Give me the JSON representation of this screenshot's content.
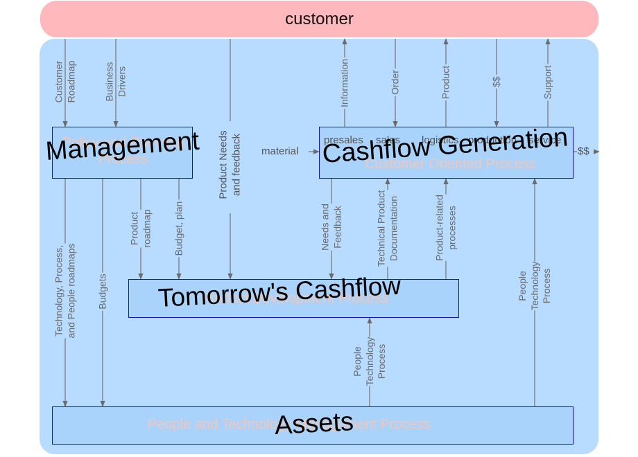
{
  "customer": "customer",
  "boxes": {
    "management": {
      "title": "Management",
      "subtitle": "Policy and Planning Process"
    },
    "cashflow_generation": {
      "title": "Cashflow Generation",
      "subtitle": "Customer Oriented Process"
    },
    "tomorrows_cashflow": {
      "title": "Tomorrow's Cashflow",
      "subtitle": "Product Development Process"
    },
    "assets": {
      "title": "Assets",
      "subtitle": "People and Technology Management Process"
    }
  },
  "customer_flows": {
    "customer_roadmap": "Customer\nRoadmap",
    "business_drivers": "Business\nDrivers",
    "product_needs": "Product Needs\nand feedback",
    "information": "Information",
    "order": "Order",
    "product": "Product",
    "money": "$$",
    "support": "Support"
  },
  "cashflow_steps": [
    "presales",
    "sales",
    "logistics",
    "production",
    "service"
  ],
  "material": "material",
  "money_out": "$$",
  "internal_flows": {
    "tech_process_people": "Technology, Process,\nand People roadmaps",
    "budgets": "Budgets",
    "product_roadmap": "Product\nroadmap",
    "budget_plan": "Budget, plan",
    "needs_feedback": "Needs and\nFeedback",
    "tech_doc": "Technical Product\nDocumentation",
    "product_processes": "Product-related\nprocesses",
    "ppt_right": "People\nTechnology\nProcess",
    "ppt_middle": "People\nTechnology\nProcess"
  }
}
